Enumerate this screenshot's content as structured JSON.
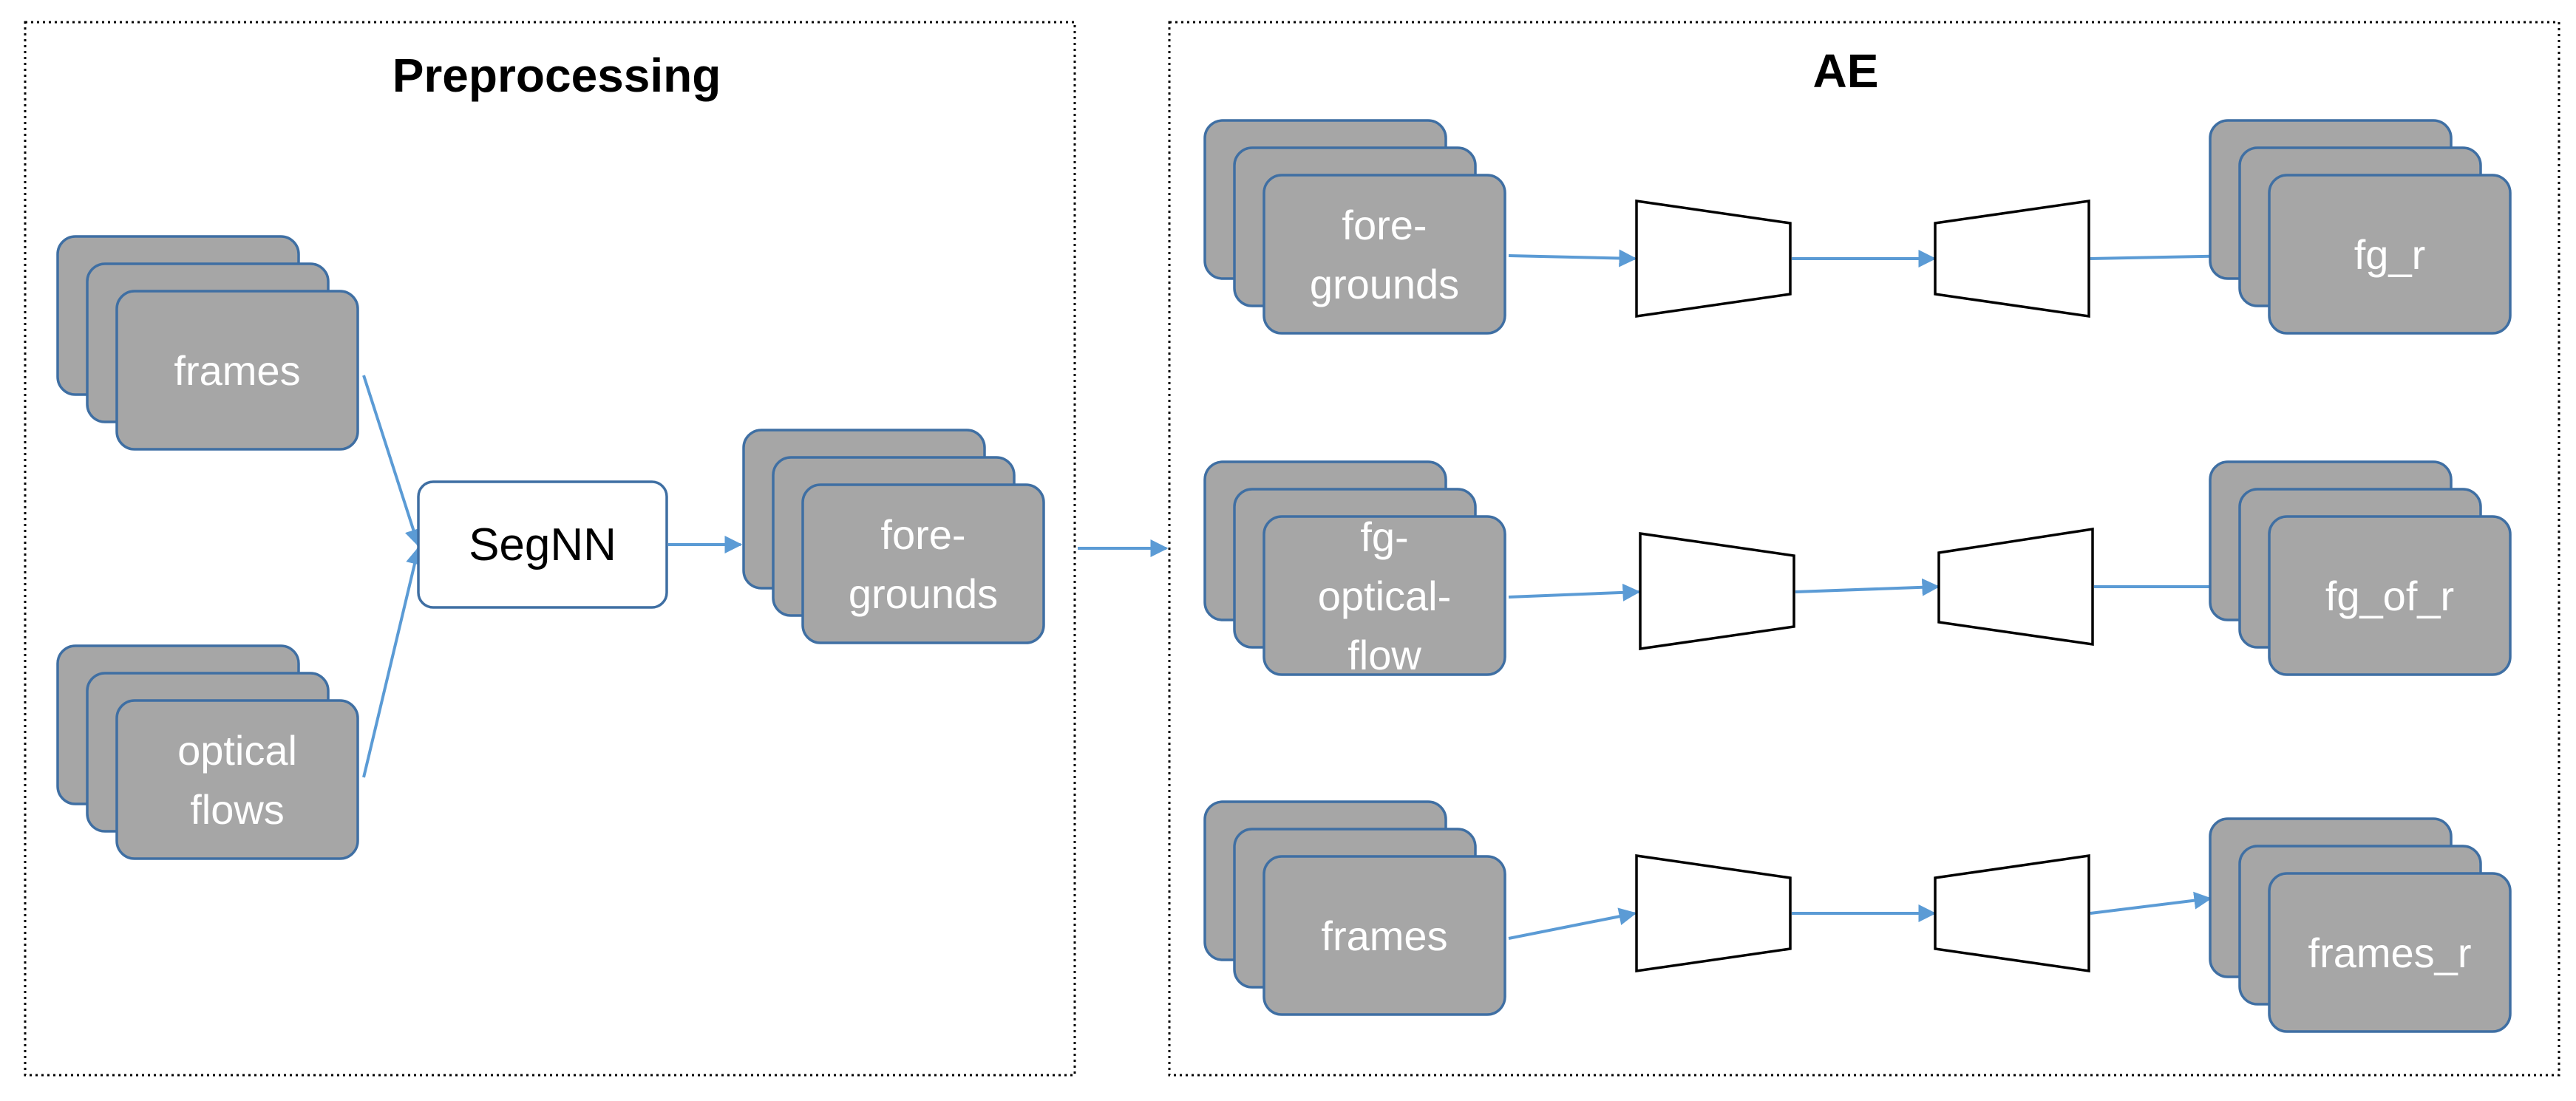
{
  "colors": {
    "card_fill": "#a6a6a6",
    "card_border": "#3f6fa3",
    "arrow": "#5b9bd5",
    "text_on_card": "#ffffff",
    "panel_border": "#000000"
  },
  "preprocessing": {
    "title": "Preprocessing",
    "frames_lines": [
      "frames"
    ],
    "optical_flows_lines": [
      "optical",
      "flows"
    ],
    "segnn_label": "SegNN",
    "foregrounds_lines": [
      "fore-",
      "grounds"
    ]
  },
  "ae": {
    "title": "AE",
    "rows": [
      {
        "input_lines": [
          "fore-",
          "grounds"
        ],
        "output_lines": [
          "fg_r"
        ]
      },
      {
        "input_lines": [
          "fg-",
          "optical-",
          "flow"
        ],
        "output_lines": [
          "fg_of_r"
        ]
      },
      {
        "input_lines": [
          "frames"
        ],
        "output_lines": [
          "frames_r"
        ]
      }
    ]
  }
}
